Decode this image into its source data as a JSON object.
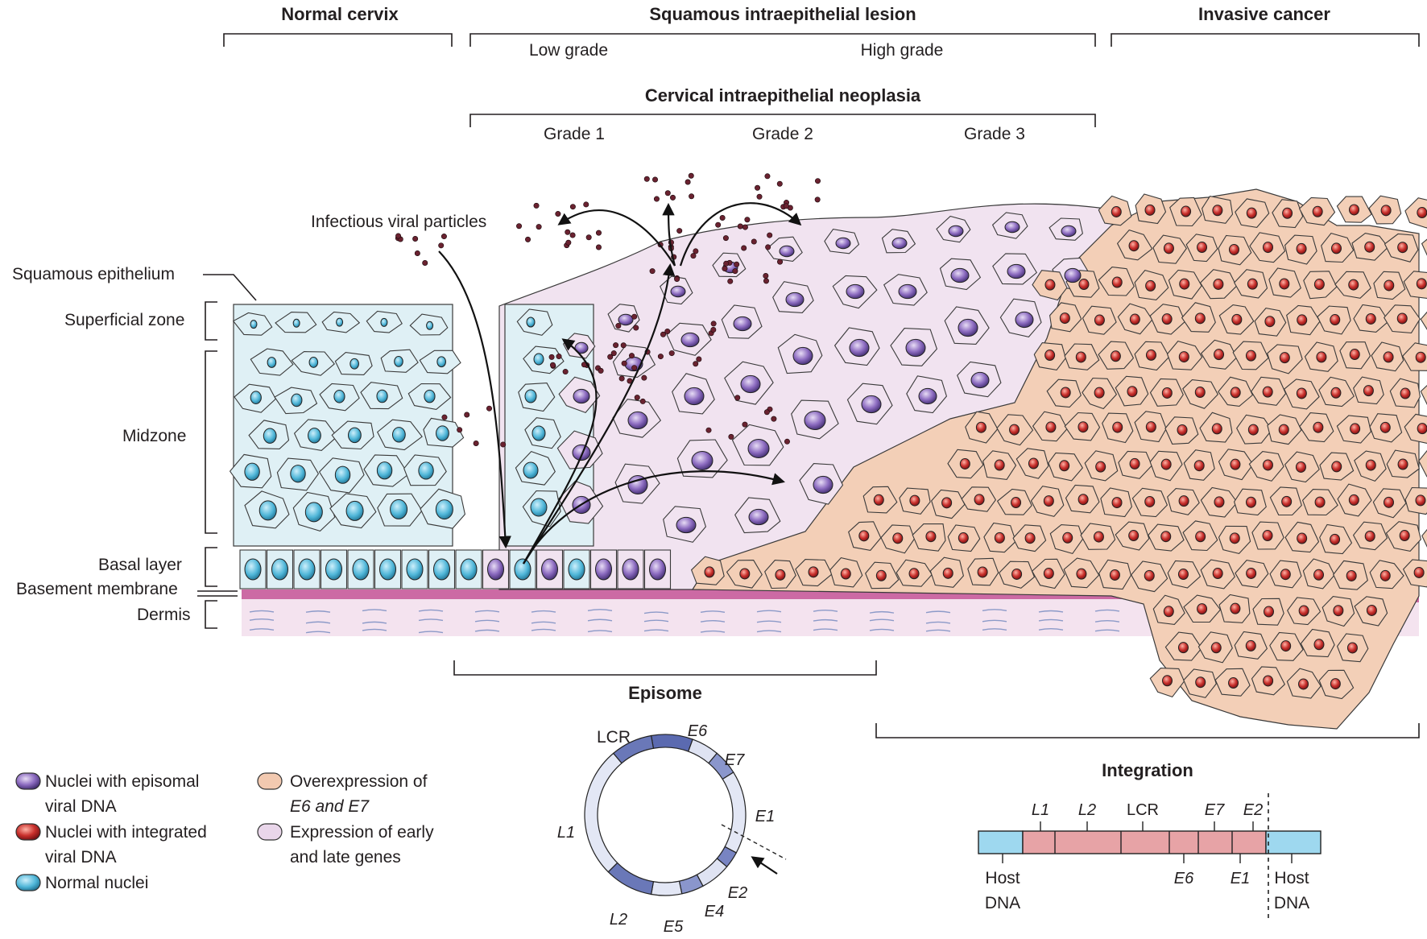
{
  "headings": {
    "normal_cervix": "Normal cervix",
    "sil": "Squamous intraepithelial lesion",
    "invasive": "Invasive cancer",
    "low_grade": "Low grade",
    "high_grade": "High grade",
    "cin": "Cervical intraepithelial neoplasia",
    "grade1": "Grade 1",
    "grade2": "Grade 2",
    "grade3": "Grade 3"
  },
  "labels": {
    "viral_particles": "Infectious viral particles",
    "squamous_epithelium": "Squamous epithelium",
    "superficial_zone": "Superficial zone",
    "midzone": "Midzone",
    "basal_layer": "Basal layer",
    "basement_membrane": "Basement membrane",
    "dermis": "Dermis",
    "episome": "Episome",
    "integration": "Integration"
  },
  "legend": [
    {
      "line1": "Nuclei with episomal",
      "line2": "viral DNA",
      "fill": "#7a4a8a"
    },
    {
      "line1": "Nuclei with integrated",
      "line2": "viral DNA",
      "fill": "#c53a32"
    },
    {
      "line1": "Normal nuclei",
      "line2": "",
      "fill": "#4fb6d8"
    },
    {
      "line1": "Overexpression of",
      "line2": "E6 and E7",
      "fill": "#f2c9b0"
    },
    {
      "line1": "Expression of early",
      "line2": "and late genes",
      "fill": "#e9d6ea"
    }
  ],
  "episome_genes": [
    "LCR",
    "E6",
    "E7",
    "E1",
    "E2",
    "E4",
    "E5",
    "L2",
    "L1"
  ],
  "integration_genes_top": [
    "L1",
    "L2",
    "LCR",
    "E7",
    "E2"
  ],
  "integration_genes_bottom": [
    "E6",
    "E1"
  ],
  "host_dna": {
    "line1": "Host",
    "line2": "DNA"
  },
  "colors": {
    "normal_cell": "#dff0f5",
    "normal_nucleus": "#4fb6d8",
    "lesion_cell": "#f1e3f0",
    "episomal_nucleus": "#7a5aa8",
    "cancer_cell": "#f3cfb7",
    "cancer_nucleus": "#c0272d",
    "virion": "#5a1e2a",
    "membrane": "#cc6aa4",
    "dermis": "#f4e0ee",
    "episome_blue": "#4f5fa8",
    "integration_red": "#e07f86",
    "integration_blue": "#3fb4dc"
  }
}
